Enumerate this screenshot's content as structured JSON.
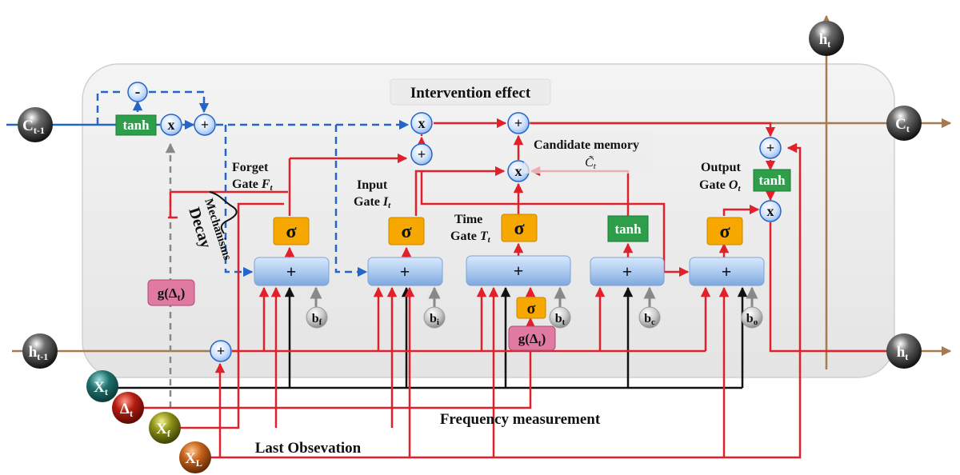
{
  "title": "Intervention effect",
  "external": {
    "c_prev": "C",
    "c_prev_sub": "t-1",
    "c_next": "C",
    "c_next_sub": "t",
    "h_prev": "h",
    "h_prev_sub": "t-1",
    "h_out_top": "h",
    "h_out_top_sub": "t",
    "h_out_right": "h",
    "h_out_right_sub": "t"
  },
  "inputs": [
    {
      "main": "X",
      "sub": "t"
    },
    {
      "main": "Δ",
      "sub": "t"
    },
    {
      "main": "X",
      "sub": "f"
    },
    {
      "main": "X",
      "sub": "L"
    }
  ],
  "gates": {
    "forget": {
      "line1": "Forget",
      "line2": "Gate",
      "var": "F",
      "sub": "t"
    },
    "input": {
      "line1": "Input",
      "line2": "Gate",
      "var": "I",
      "sub": "t"
    },
    "time": {
      "line1": "Time",
      "line2": "Gate",
      "var": "T",
      "sub": "t"
    },
    "output": {
      "line1": "Output",
      "line2": "Gate",
      "var": "O",
      "sub": "t"
    }
  },
  "candidate": {
    "label": "Candidate memory",
    "symbol": "C̃",
    "sub": "t"
  },
  "decay": {
    "line1": "Decay",
    "line2": "Mechanisms"
  },
  "symbols": {
    "sigma": "σ",
    "tanh": "tanh",
    "plus": "+",
    "times": "x",
    "minus": "-",
    "g_delta": "g(Δ",
    "g_delta_sub": "t",
    "g_delta_close": ")"
  },
  "biases": [
    {
      "main": "b",
      "sub": "f"
    },
    {
      "main": "b",
      "sub": "i"
    },
    {
      "main": "b",
      "sub": "t"
    },
    {
      "main": "b",
      "sub": "c"
    },
    {
      "main": "b",
      "sub": "o"
    }
  ],
  "annotations": {
    "frequency": "Frequency measurement",
    "last_observation": "Last Obsevation"
  },
  "colors": {
    "red": "#e0202a",
    "blue": "#2466c8",
    "brown": "#a8784e",
    "black": "#111111",
    "gray": "#888888",
    "sigma_box": "#f6a800",
    "tanh_box": "#2e9e4a",
    "g_box": "#e07aa0",
    "gate_box": "#a9c8ef"
  }
}
